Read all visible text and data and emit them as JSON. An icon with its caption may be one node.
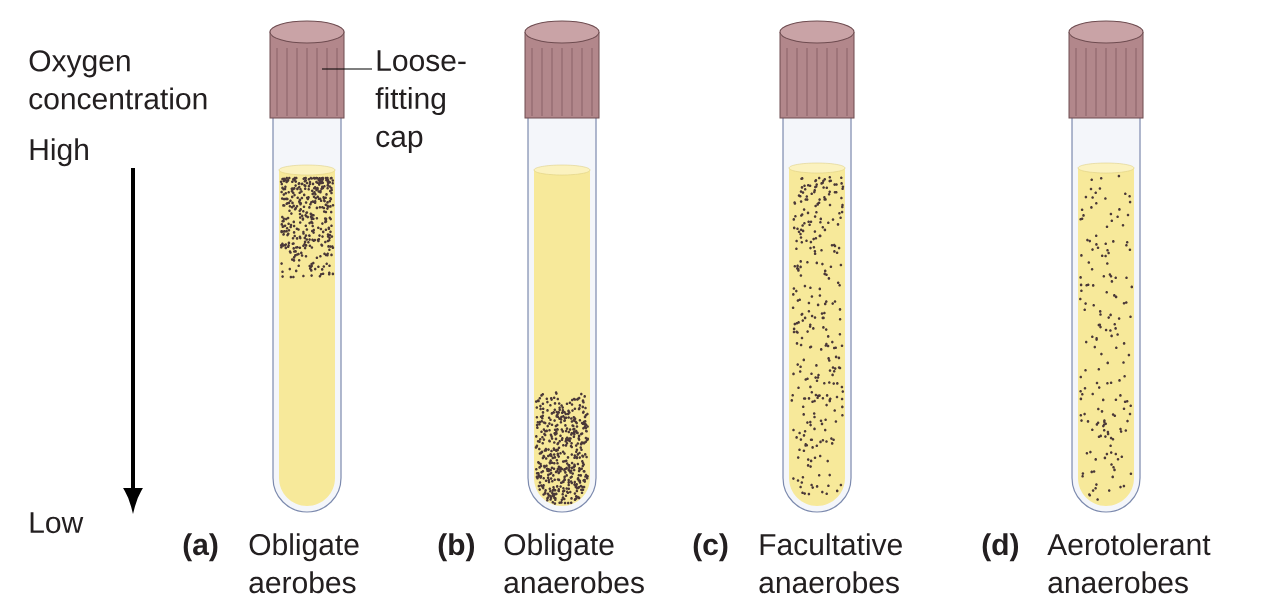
{
  "diagram": {
    "nodes": [
      {
        "text": [
          "Loose-fitting cap"
        ]
      },
      {
        "text": [],
        "shape": "cylinder"
      }
    ],
    "edges": [
      {
        "from": 0,
        "to": 1,
        "arrow": "none"
      }
    ],
    "labels": [
      "Oxygen concentration",
      "High",
      "Low",
      "(a)",
      "Obligate aerobes",
      "(b)",
      "Obligate anaerobes",
      "(c)",
      "Facultative anaerobes",
      "(d)",
      "Aerotolerant anaerobes"
    ]
  }
}
